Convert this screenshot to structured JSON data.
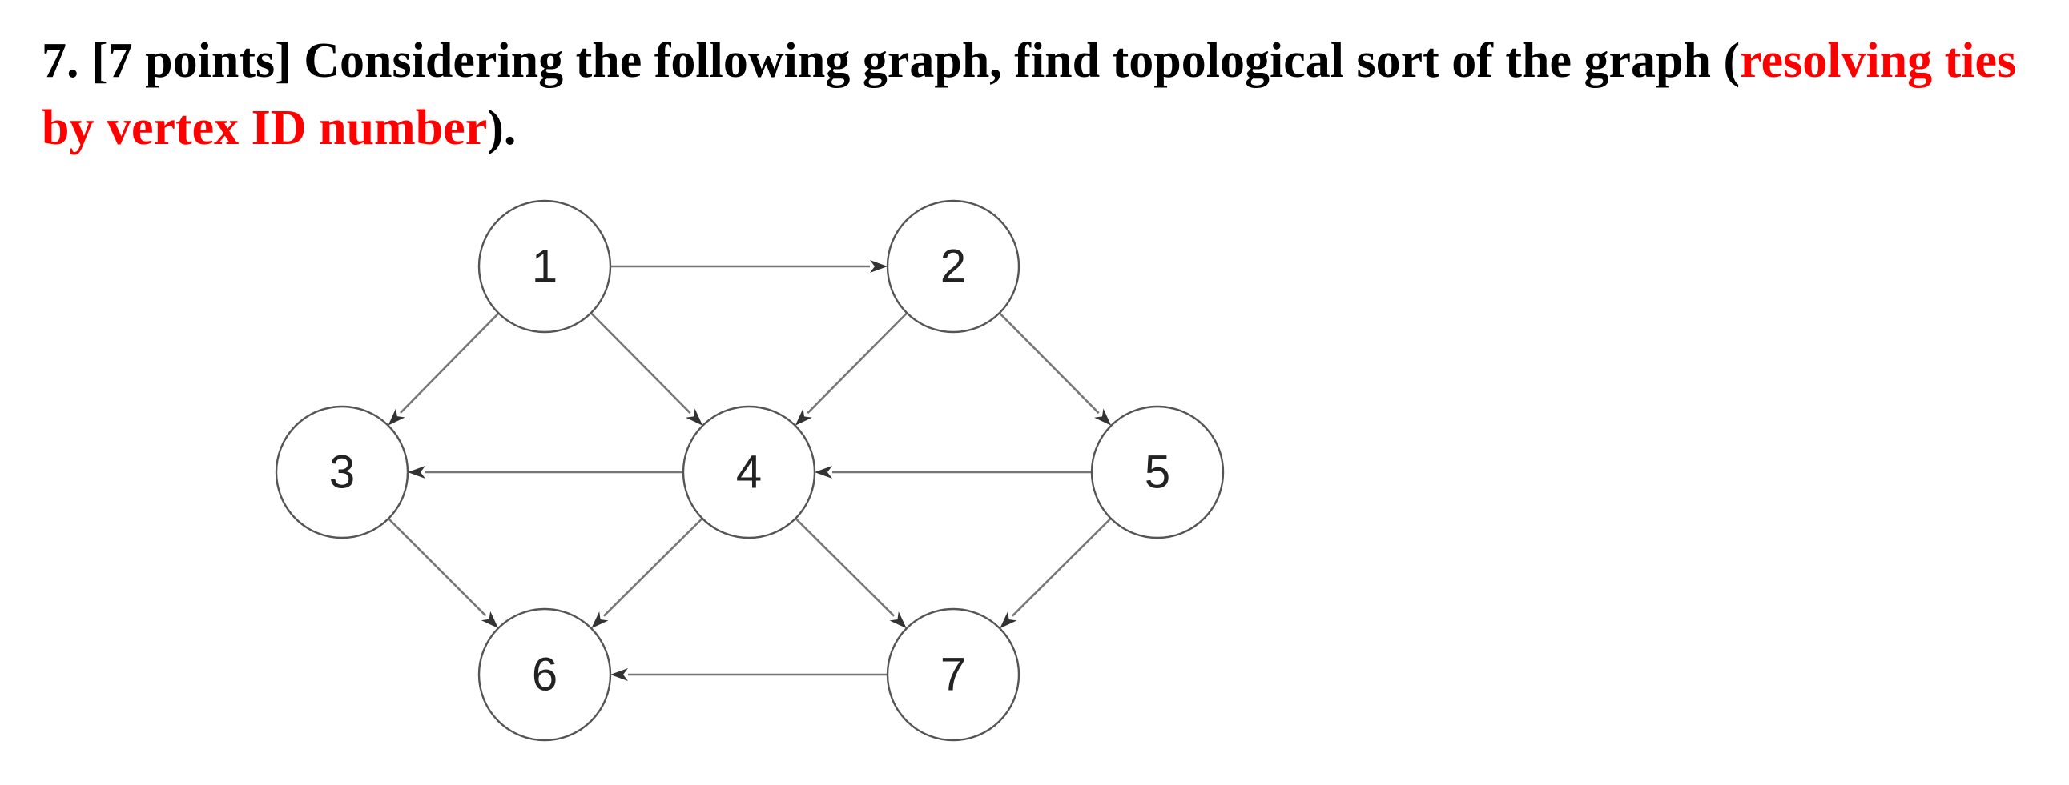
{
  "question": {
    "prefix": "7. [7 points] Considering the following graph, find topological sort of the graph (",
    "highlight": "resolving ties by vertex ID number",
    "suffix": ")."
  },
  "colors": {
    "text": "#000000",
    "highlight": "#ff0000"
  },
  "graph": {
    "nodes": [
      {
        "id": "1",
        "label": "1"
      },
      {
        "id": "2",
        "label": "2"
      },
      {
        "id": "3",
        "label": "3"
      },
      {
        "id": "4",
        "label": "4"
      },
      {
        "id": "5",
        "label": "5"
      },
      {
        "id": "6",
        "label": "6"
      },
      {
        "id": "7",
        "label": "7"
      }
    ],
    "edges": [
      {
        "from": "1",
        "to": "2"
      },
      {
        "from": "1",
        "to": "3"
      },
      {
        "from": "1",
        "to": "4"
      },
      {
        "from": "2",
        "to": "4"
      },
      {
        "from": "2",
        "to": "5"
      },
      {
        "from": "4",
        "to": "3"
      },
      {
        "from": "5",
        "to": "4"
      },
      {
        "from": "3",
        "to": "6"
      },
      {
        "from": "4",
        "to": "6"
      },
      {
        "from": "4",
        "to": "7"
      },
      {
        "from": "5",
        "to": "7"
      },
      {
        "from": "7",
        "to": "6"
      }
    ]
  }
}
